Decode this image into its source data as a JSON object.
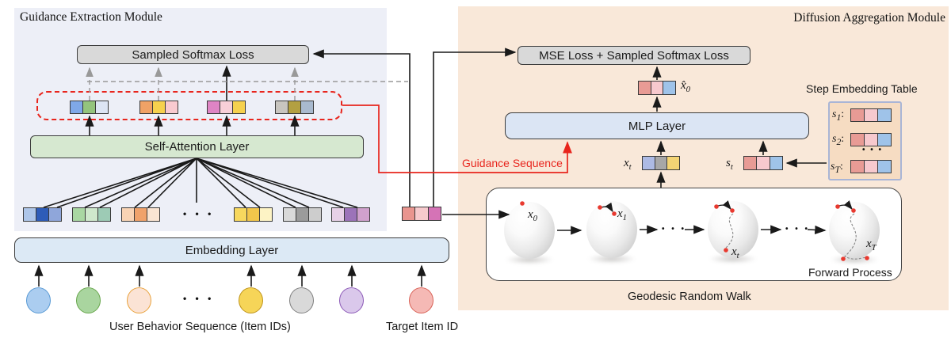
{
  "left_panel": {
    "title": "Guidance Extraction Module",
    "loss_box_label": "Sampled Softmax Loss",
    "self_attention_label": "Self-Attention Layer",
    "embedding_layer_label": "Embedding Layer",
    "user_sequence_label": "User Behavior Sequence (Item IDs)",
    "target_item_label": "Target Item ID",
    "ellipsis": "• • •",
    "attention_tokens": [
      [
        "#7fa8e8",
        "#94c47d",
        "#dde5f4"
      ],
      [
        "#f0a266",
        "#f6d14e",
        "#f9cad0"
      ],
      [
        "#de84c4",
        "#f8d0d8",
        "#f6d14e"
      ],
      [
        "#c8c5bf",
        "#b3a041",
        "#a9bacf"
      ]
    ],
    "embedding_tokens": [
      [
        "#aec6e9",
        "#2e5cb8",
        "#8fa6da"
      ],
      [
        "#a9d7a2",
        "#cfe8cc",
        "#9dcbb5"
      ],
      [
        "#f8d3b4",
        "#f0a26b",
        "#fae4d2"
      ],
      [
        "#f7d85e",
        "#f2c64b",
        "#fdf3c5"
      ],
      [
        "#d9d9d9",
        "#9b9b9b",
        "#cdcdcd"
      ],
      [
        "#e7d1e7",
        "#9c73b9",
        "#d0a1cd"
      ]
    ],
    "target_token": [
      "#e9958f",
      "#f7cacd",
      "#d573b6"
    ],
    "circles": [
      {
        "fill": "#abcdf0",
        "border": "#5b9bd5"
      },
      {
        "fill": "#a9d59f",
        "border": "#6aa84f"
      },
      {
        "fill": "#fbe3d5",
        "border": "#e9a33e"
      },
      {
        "fill": "#f6d558",
        "border": "#c0951d"
      },
      {
        "fill": "#d9d9d9",
        "border": "#808080"
      },
      {
        "fill": "#dac8eb",
        "border": "#8e5cb8"
      }
    ],
    "target_circle": {
      "fill": "#f5b9b5",
      "border": "#d96459"
    }
  },
  "right_panel": {
    "title": "Diffusion Aggregation Module",
    "loss_box_label": "MSE Loss + Sampled Softmax Loss",
    "mlp_label": "MLP Layer",
    "guidance_sequence_label": "Guidance Sequence",
    "x0_hat": {
      "main": "x̂",
      "sub": "0"
    },
    "xt": {
      "main": "x",
      "sub": "t"
    },
    "st": {
      "main": "s",
      "sub": "t"
    },
    "x0_hat_token": [
      "#e89b95",
      "#f7c9ce",
      "#9fc3e9"
    ],
    "xt_token": [
      "#adbae4",
      "#a7a7a7",
      "#f4d474"
    ],
    "st_token": [
      "#e89b95",
      "#f7c9ce",
      "#9fc3e9"
    ],
    "step_table": {
      "title": "Step Embedding Table",
      "ellipsis": "• • •",
      "colon": ":",
      "rows": [
        {
          "main": "s",
          "sub": "1",
          "token": [
            "#e89b95",
            "#f7c9ce",
            "#9fc3e9"
          ]
        },
        {
          "main": "s",
          "sub": "2",
          "token": [
            "#e89b95",
            "#f7c9ce",
            "#9fc3e9"
          ]
        },
        {
          "main": "s",
          "sub": "T",
          "token": [
            "#e89b95",
            "#f7c9ce",
            "#9fc3e9"
          ]
        }
      ]
    },
    "walk": {
      "caption": "Geodesic Random Walk",
      "forward_label": "Forward Process",
      "dots": "• • •",
      "spheres": [
        {
          "main": "x",
          "sub": "0"
        },
        {
          "main": "x",
          "sub": "1"
        },
        {
          "main": "x",
          "sub": "t"
        },
        {
          "main": "x",
          "sub": "T"
        }
      ]
    }
  },
  "colors": {
    "accent_red": "#e8251d",
    "line_black": "#1a1a1a",
    "dashed_gray": "#999999",
    "left_panel_bg": "#edeff7",
    "right_panel_bg": "#f9e8d9",
    "loss_box_bg": "#d9d9d9",
    "attention_box_bg": "#d6e8d0",
    "embedding_box_bg": "#dce9f5",
    "mlp_box_bg": "#dbe5f4",
    "step_table_bg": "#f6dcc2",
    "red_dot": "#e8392f"
  }
}
